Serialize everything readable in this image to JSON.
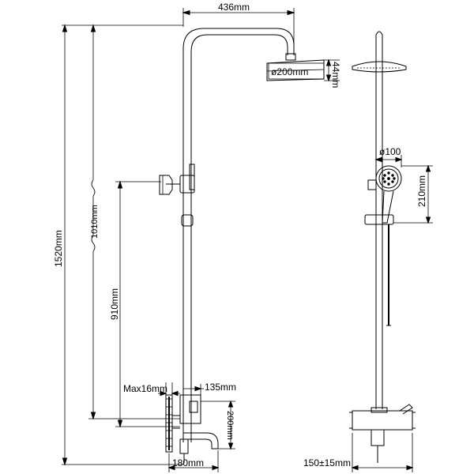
{
  "dimensions": {
    "top_width": "436mm",
    "head_diameter": "ø200mm",
    "head_thickness": "44mm",
    "total_height": "1520mm",
    "adjustable_height": "1010mm",
    "bracket_height": "910mm",
    "hand_shower_diameter": "ø100",
    "hand_shower_height": "210mm",
    "wall_gap": "Max16mm",
    "spout_offset": "135mm",
    "mixer_height": "200mm",
    "mixer_depth": "180mm",
    "inlet_spacing": "150±15mm"
  },
  "colors": {
    "line": "#000000",
    "background": "#ffffff"
  }
}
